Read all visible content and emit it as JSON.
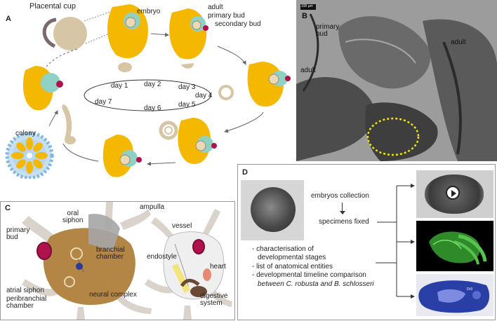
{
  "panel_a": {
    "letter": "A",
    "labels": {
      "placental_cup": "Placental cup",
      "embryo": "embryo",
      "adult": "adult",
      "primary_bud": "primary bud",
      "secondary_bud": "secondary bud",
      "colony": "colony"
    },
    "days": [
      "day 1",
      "day 2",
      "day 3",
      "day 4",
      "day 5",
      "day 6",
      "day 7"
    ]
  },
  "panel_b": {
    "letter": "B",
    "scale_bar": "100 µm",
    "labels": {
      "primary_bud": "primary\nbud",
      "adult_right": "adult",
      "adult_left": "adult"
    }
  },
  "panel_c": {
    "letter": "C",
    "labels": {
      "oral_siphon": "oral\nsiphon",
      "primary_bud": "primary\nbud",
      "branchial_chamber": "branchial\nchamber",
      "atrial_siphon": "atrial siphon",
      "peribranchial_chamber": "peribranchial\nchamber",
      "neural_complex": "neural complex",
      "ampulla": "ampulla",
      "vessel": "vessel",
      "endostyle": "endostyle",
      "heart": "heart",
      "digestive_system": "digestive\nsystem"
    }
  },
  "panel_d": {
    "letter": "D",
    "step1": "embryos collection",
    "step2": "specimens fixed",
    "outcomes": [
      "- characterisation of",
      "developmental stages",
      "- list of anatomical entities",
      "- developmental timeline comparison",
      "between C. robusta and B. schlosseri"
    ],
    "section_label": "Dr3"
  },
  "colors": {
    "zooid_yellow": "#f4b800",
    "bud_teal": "#8fd1c4",
    "bud_magenta": "#b0124e",
    "embryo_tan": "#d7c6a6",
    "ampulla_grey": "#d9d3cb",
    "adult_brown": "#b38646",
    "ampulla_blue": "#7fb5dd"
  }
}
